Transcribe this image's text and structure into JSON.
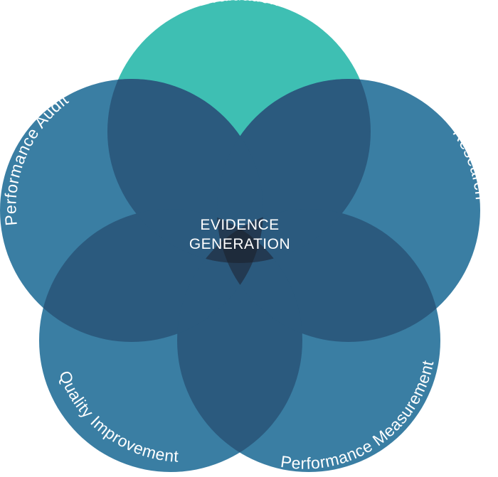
{
  "diagram": {
    "center": {
      "line1": "EVIDENCE",
      "line2": "GENERATION"
    },
    "circles": [
      {
        "key": "evaluation",
        "label": "Evaluation"
      },
      {
        "key": "research",
        "label": "Research"
      },
      {
        "key": "performance-measurement",
        "label": "Performance Measurement"
      },
      {
        "key": "quality-improvement",
        "label": "Quality Improvement"
      },
      {
        "key": "performance-audit",
        "label": "Performance Audit"
      }
    ]
  },
  "colors": {
    "evaluation": "#3ebfb3",
    "circle": "#3a7ea3",
    "overlap2": "#2b5a7e",
    "overlap3": "#233a52",
    "overlap_center": "#1e2b3b"
  }
}
